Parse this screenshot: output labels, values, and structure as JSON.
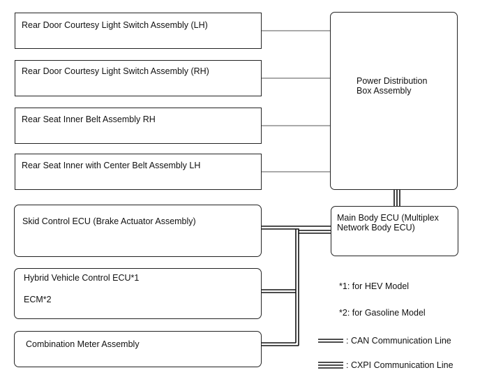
{
  "boxes": {
    "rear_door_lh": "Rear Door Courtesy Light Switch Assembly (LH)",
    "rear_door_rh": "Rear Door Courtesy Light Switch Assembly (RH)",
    "rear_seat_rh": "Rear Seat Inner Belt Assembly RH",
    "rear_seat_center_lh": "Rear Seat Inner with Center Belt Assembly LH",
    "power_distribution_line1": "Power Distribution",
    "power_distribution_line2": "Box Assembly",
    "main_body_ecu_line1": "Main Body ECU (Multiplex",
    "main_body_ecu_line2": "Network Body ECU)",
    "skid_control_ecu": "Skid Control ECU (Brake Actuator Assembly)",
    "hybrid_vehicle_ecu": "Hybrid Vehicle Control ECU*1",
    "ecm": "ECM*2",
    "combination_meter": "Combination Meter Assembly"
  },
  "notes": {
    "note1": "*1: for HEV Model",
    "note2": "*2: for Gasoline Model"
  },
  "legend": {
    "can_line": ": CAN Communication Line",
    "cxpi_line": ": CXPI Communication Line"
  }
}
